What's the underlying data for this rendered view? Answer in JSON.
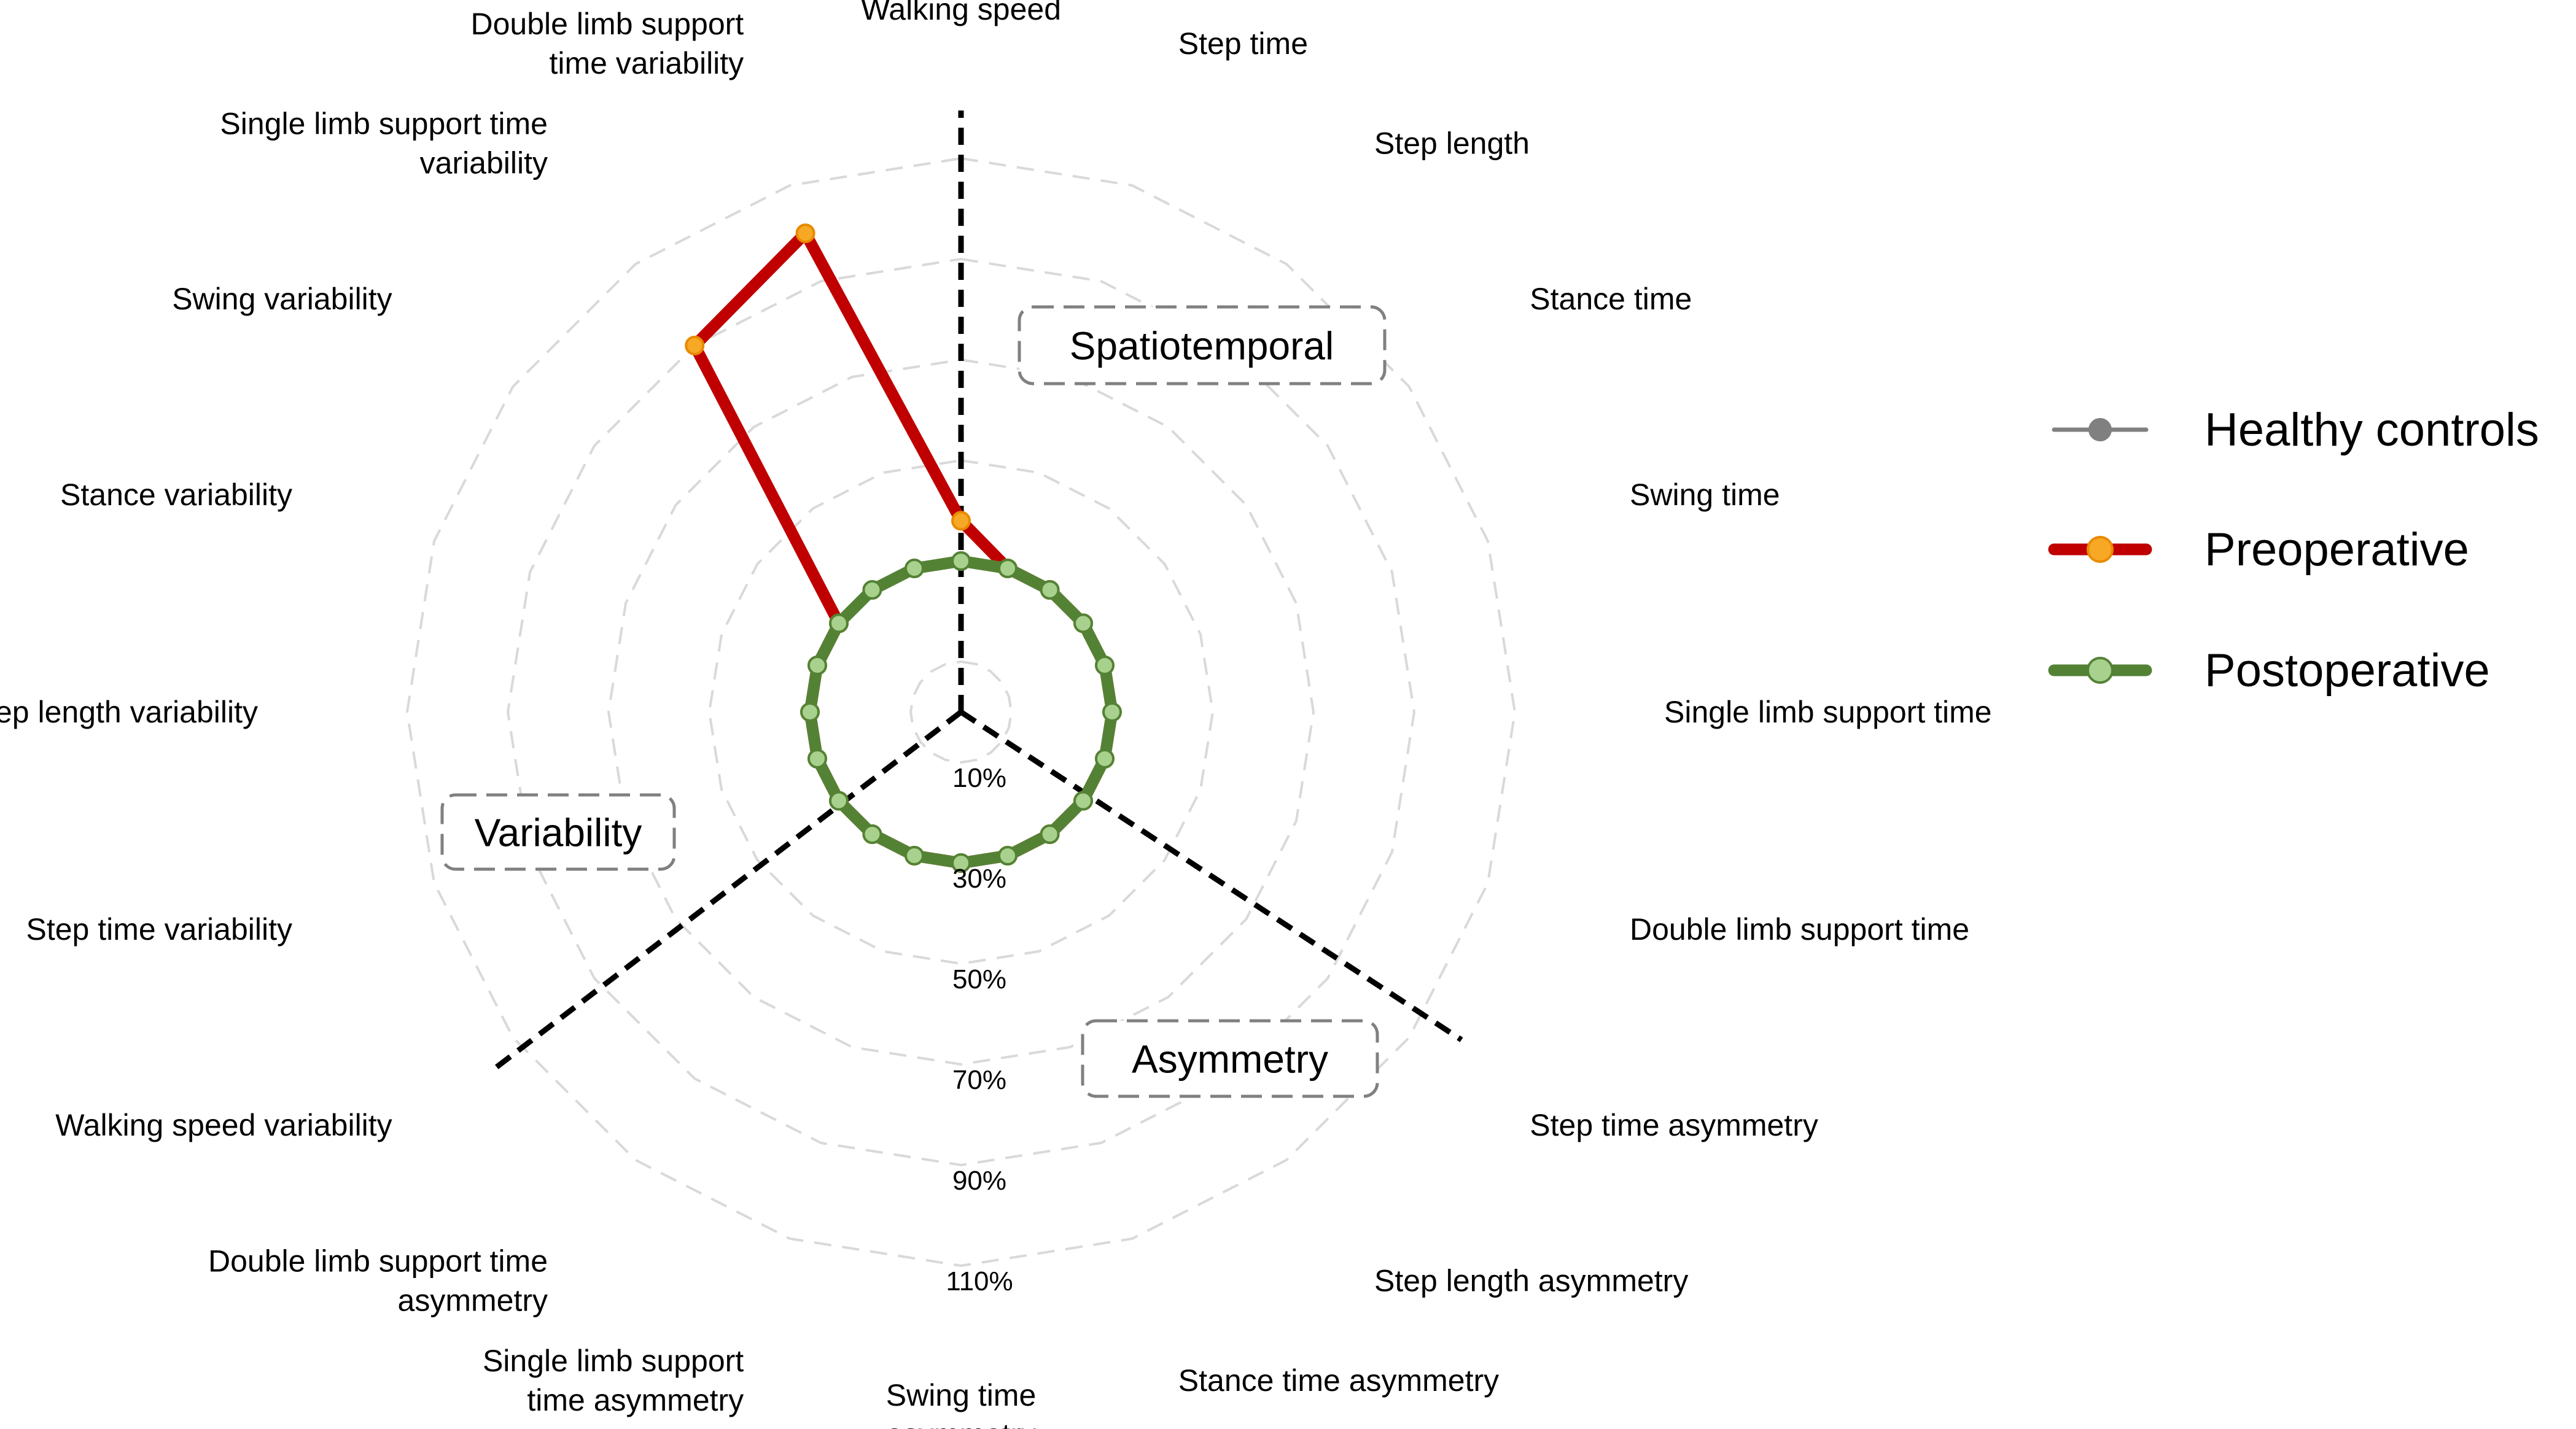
{
  "chart_data": {
    "type": "radar",
    "axes": [
      "Walking speed",
      "Step time",
      "Step length",
      "Stance time",
      "Swing time",
      "Single limb support time",
      "Double limb support time",
      "Step time asymmetry",
      "Step length asymmetry",
      "Stance time asymmetry",
      "Swing time\nasymmetry",
      "Single limb support\ntime asymmetry",
      "Double limb support time\nasymmetry",
      "Walking speed variability",
      "Step time variability",
      "Step length variability",
      "Stance variability",
      "Swing variability",
      "Single limb support time\nvariability",
      "Double limb support\ntime variability"
    ],
    "radial_ticks": [
      "10%",
      "30%",
      "50%",
      "70%",
      "90%",
      "110%"
    ],
    "series": [
      {
        "name": "Healthy controls",
        "color": "#808080",
        "values": [
          30,
          30,
          30,
          30,
          30,
          30,
          30,
          30,
          30,
          30,
          30,
          30,
          30,
          30,
          30,
          30,
          30,
          30,
          30,
          30
        ]
      },
      {
        "name": "Preoperative",
        "color": "#c00000",
        "values": [
          38,
          30,
          30,
          30,
          30,
          30,
          30,
          30,
          30,
          30,
          30,
          30,
          30,
          30,
          30,
          30,
          30,
          30,
          90,
          100
        ]
      },
      {
        "name": "Postoperative",
        "color": "#548235",
        "values": [
          30,
          30,
          30,
          30,
          30,
          30,
          30,
          30,
          30,
          30,
          30,
          30,
          30,
          30,
          30,
          30,
          30,
          30,
          30,
          30
        ]
      }
    ],
    "groups": [
      "Spatiotemporal",
      "Asymmetry",
      "Variability"
    ],
    "legend": {
      "position": "right"
    }
  }
}
